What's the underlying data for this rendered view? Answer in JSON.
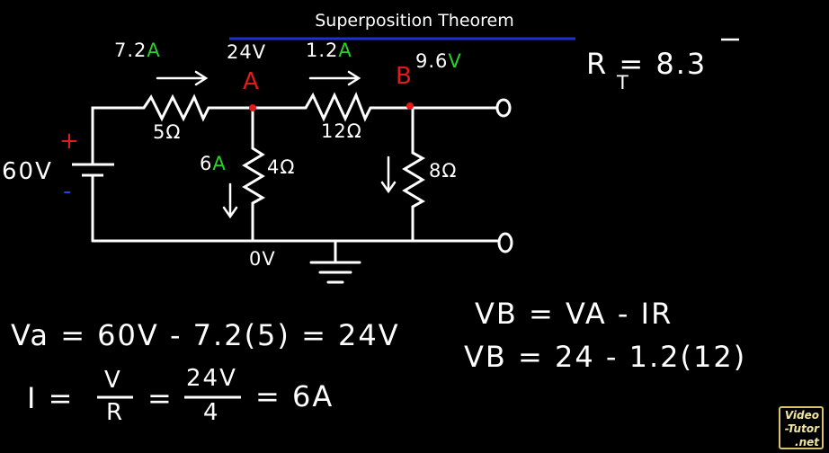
{
  "title": "Superposition Theorem",
  "source": {
    "voltage": "60V",
    "plus": "+",
    "minus": "-"
  },
  "resistors": {
    "r1": "5Ω",
    "r2": "12Ω",
    "r3": "4Ω",
    "r4": "8Ω"
  },
  "currents": {
    "i1_value": "7.2",
    "i1_unit": "A",
    "i2_value": "1.2",
    "i2_unit": "A",
    "i3_value": "6",
    "i3_unit": "A"
  },
  "nodes": {
    "a_label": "A",
    "a_voltage": "24V",
    "b_label": "B",
    "b_voltage_value": "9.6",
    "b_voltage_unit": "V",
    "ground_voltage": "0V"
  },
  "equations": {
    "rt": "R  = 8.3",
    "rt_sub": "T",
    "va": "Va = 60V - 7.2(5) = 24V",
    "i_lhs": "I =",
    "i_num": "V",
    "i_den": "R",
    "i_eq": "=",
    "i_num2": "24V",
    "i_den2": "4",
    "i_result": "= 6A",
    "vb1": "VB = VA - IR",
    "vb2": "VB = 24 - 1.2(12)"
  },
  "logo": {
    "line1": "Video",
    "line2": "-Tutor",
    "line3": ".net"
  },
  "colors": {
    "wire": "#ffffff",
    "accent_green": "#2bd12b",
    "node_red": "#e01b1b",
    "underline_blue": "#1f2fd6"
  }
}
